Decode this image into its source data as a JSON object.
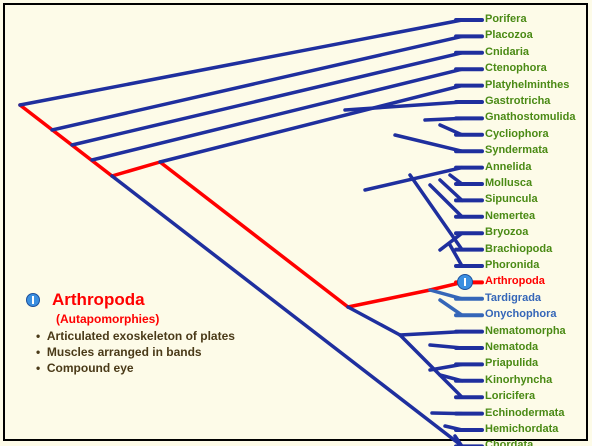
{
  "colors": {
    "background": "#fdfbe8",
    "branch": "#1f2f9e",
    "highlight": "#ff0000",
    "sister": "#3566b8",
    "taxon_text": "#4a8a14"
  },
  "icons": {
    "autapomorphy_marker": "info-circle-icon"
  },
  "taxa": [
    {
      "name": "Porifera"
    },
    {
      "name": "Placozoa"
    },
    {
      "name": "Cnidaria"
    },
    {
      "name": "Ctenophora"
    },
    {
      "name": "Platyhelminthes"
    },
    {
      "name": "Gastrotricha"
    },
    {
      "name": "Gnathostomulida"
    },
    {
      "name": "Cycliophora"
    },
    {
      "name": "Syndermata"
    },
    {
      "name": "Annelida"
    },
    {
      "name": "Mollusca"
    },
    {
      "name": "Sipuncula"
    },
    {
      "name": "Nemertea"
    },
    {
      "name": "Bryozoa"
    },
    {
      "name": "Brachiopoda"
    },
    {
      "name": "Phoronida"
    },
    {
      "name": "Arthropoda",
      "highlight": true
    },
    {
      "name": "Tardigrada",
      "sister": true
    },
    {
      "name": "Onychophora",
      "sister": true
    },
    {
      "name": "Nematomorpha"
    },
    {
      "name": "Nematoda"
    },
    {
      "name": "Priapulida"
    },
    {
      "name": "Kinorhyncha"
    },
    {
      "name": "Loricifera"
    },
    {
      "name": "Echinodermata"
    },
    {
      "name": "Hemichordata"
    },
    {
      "name": "Chordata"
    }
  ],
  "legend": {
    "title": "Arthropoda",
    "subtitle": "(Autapomorphies)",
    "items": [
      "Articulated exoskeleton of plates",
      "Muscles arranged in bands",
      "Compound eye"
    ]
  }
}
